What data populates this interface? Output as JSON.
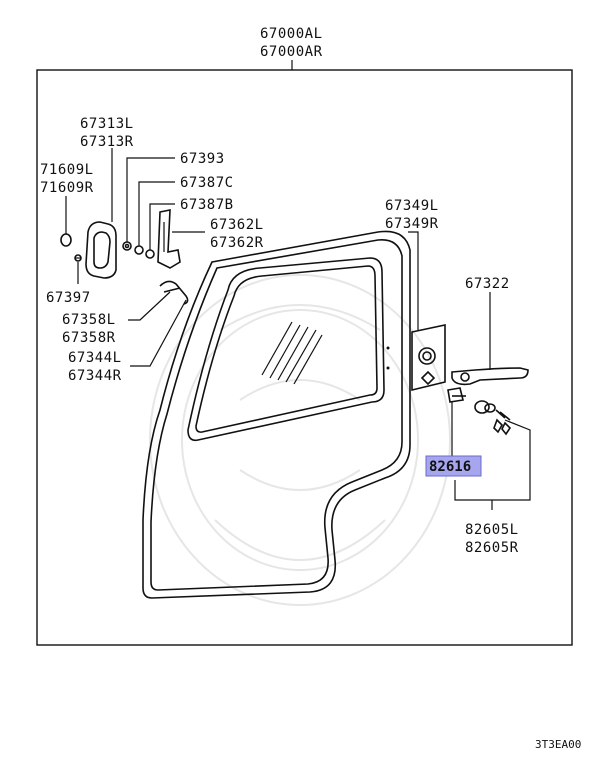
{
  "title_codes": [
    "67000AL",
    "67000AR"
  ],
  "labels": {
    "p67313": [
      "67313L",
      "67313R"
    ],
    "p71609": [
      "71609L",
      "71609R"
    ],
    "p67393": "67393",
    "p67387C": "67387C",
    "p67387B": "67387B",
    "p67362": [
      "67362L",
      "67362R"
    ],
    "p67397": "67397",
    "p67358": [
      "67358L",
      "67358R"
    ],
    "p67344": [
      "67344L",
      "67344R"
    ],
    "p67349": [
      "67349L",
      "67349R"
    ],
    "p67322": "67322",
    "p82616": "82616",
    "p82605": [
      "82605L",
      "82605R"
    ]
  },
  "highlight": {
    "part": "82616",
    "color": "#a6a6ee"
  },
  "diagram_code": "3T3EA00"
}
